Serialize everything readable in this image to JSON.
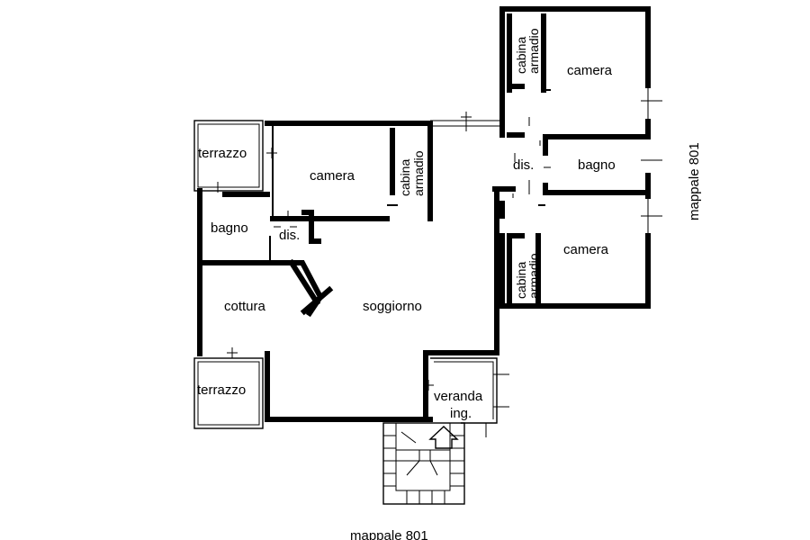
{
  "rooms": {
    "terrazzo_top": "terrazzo",
    "camera_main": "camera",
    "cabina_main_1": "cabina",
    "cabina_main_2": "armadio",
    "bagno_left": "bagno",
    "dis_left": "dis.",
    "cottura": "cottura",
    "soggiorno": "soggiorno",
    "terrazzo_bottom": "terrazzo",
    "veranda": "veranda",
    "ingresso": "ing.",
    "cabina_top_1": "cabina",
    "cabina_top_2": "armadio",
    "camera_top": "camera",
    "dis_right": "dis.",
    "bagno_right": "bagno",
    "cabina_bottom_1": "cabina",
    "cabina_bottom_2": "armadio",
    "camera_bottom": "camera"
  },
  "labels": {
    "mappale_right": "mappale 801",
    "mappale_bottom": "mappale 801"
  }
}
